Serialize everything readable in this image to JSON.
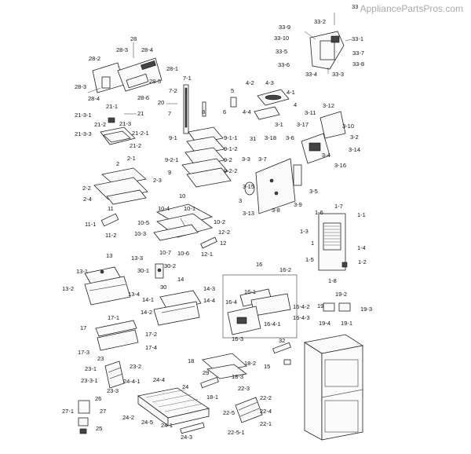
{
  "watermark": "AppliancePartsPros.com",
  "callouts": [
    {
      "id": "c33",
      "text": "33"
    },
    {
      "id": "c33-2",
      "text": "33-2"
    },
    {
      "id": "c33-9",
      "text": "33-9"
    },
    {
      "id": "c33-10",
      "text": "33-10"
    },
    {
      "id": "c33-1",
      "text": "33-1"
    },
    {
      "id": "c33-5",
      "text": "33-5"
    },
    {
      "id": "c33-7",
      "text": "33-7"
    },
    {
      "id": "c33-6",
      "text": "33-6"
    },
    {
      "id": "c33-8",
      "text": "33-8"
    },
    {
      "id": "c33-4",
      "text": "33-4"
    },
    {
      "id": "c33-3",
      "text": "33-3"
    },
    {
      "id": "c28",
      "text": "28"
    },
    {
      "id": "c28-3",
      "text": "28-3"
    },
    {
      "id": "c28-4",
      "text": "28-4"
    },
    {
      "id": "c28-2",
      "text": "28-2"
    },
    {
      "id": "c28-1",
      "text": "28-1"
    },
    {
      "id": "c28-5",
      "text": "28-5"
    },
    {
      "id": "c28-3b",
      "text": "28-3"
    },
    {
      "id": "c28-6",
      "text": "28-6"
    },
    {
      "id": "c28-4b",
      "text": "28-4"
    },
    {
      "id": "c7-1",
      "text": "7-1"
    },
    {
      "id": "c7-2",
      "text": "7-2"
    },
    {
      "id": "c20",
      "text": "20"
    },
    {
      "id": "c7",
      "text": "7"
    },
    {
      "id": "c8",
      "text": "8"
    },
    {
      "id": "c6",
      "text": "6"
    },
    {
      "id": "c5",
      "text": "5"
    },
    {
      "id": "c4-2",
      "text": "4-2"
    },
    {
      "id": "c4-3",
      "text": "4-3"
    },
    {
      "id": "c4-1",
      "text": "4-1"
    },
    {
      "id": "c4",
      "text": "4"
    },
    {
      "id": "c4-4",
      "text": "4-4"
    },
    {
      "id": "c21-1",
      "text": "21-1"
    },
    {
      "id": "c21",
      "text": "21"
    },
    {
      "id": "c21-3-1",
      "text": "21-3-1"
    },
    {
      "id": "c21-2",
      "text": "21-2"
    },
    {
      "id": "c21-3",
      "text": "21-3"
    },
    {
      "id": "c21-2-1",
      "text": "21-2-1"
    },
    {
      "id": "c21-3-3",
      "text": "21-3-3"
    },
    {
      "id": "c21-2b",
      "text": "21-2"
    },
    {
      "id": "c3-12",
      "text": "3-12"
    },
    {
      "id": "c3-11",
      "text": "3-11"
    },
    {
      "id": "c3-10",
      "text": "3-10"
    },
    {
      "id": "c3-17",
      "text": "3-17"
    },
    {
      "id": "c3-1",
      "text": "3-1"
    },
    {
      "id": "c3-2",
      "text": "3-2"
    },
    {
      "id": "c3-6",
      "text": "3-6"
    },
    {
      "id": "c3-14",
      "text": "3-14"
    },
    {
      "id": "c3-18",
      "text": "3-18"
    },
    {
      "id": "c31",
      "text": "31"
    },
    {
      "id": "c3-4",
      "text": "3-4"
    },
    {
      "id": "c3-16",
      "text": "3-16"
    },
    {
      "id": "c3-7",
      "text": "3-7"
    },
    {
      "id": "c3-3",
      "text": "3-3"
    },
    {
      "id": "c3-15",
      "text": "3-15"
    },
    {
      "id": "c3-5",
      "text": "3-5"
    },
    {
      "id": "c3",
      "text": "3"
    },
    {
      "id": "c3-8",
      "text": "3-8"
    },
    {
      "id": "c3-9",
      "text": "3-9"
    },
    {
      "id": "c3-13",
      "text": "3-13"
    },
    {
      "id": "c9-1",
      "text": "9-1"
    },
    {
      "id": "c9-1-1",
      "text": "9-1-1"
    },
    {
      "id": "c9-1-2",
      "text": "9-1-2"
    },
    {
      "id": "c9-2-1",
      "text": "9-2-1"
    },
    {
      "id": "c9-2",
      "text": "9-2"
    },
    {
      "id": "c9-2-2",
      "text": "9-2-2"
    },
    {
      "id": "c9",
      "text": "9"
    },
    {
      "id": "c2",
      "text": "2"
    },
    {
      "id": "c2-1",
      "text": "2-1"
    },
    {
      "id": "c2-3",
      "text": "2-3"
    },
    {
      "id": "c2-2",
      "text": "2-2"
    },
    {
      "id": "c2-4",
      "text": "2-4"
    },
    {
      "id": "c10",
      "text": "10"
    },
    {
      "id": "c10-4",
      "text": "10-4"
    },
    {
      "id": "c10-1",
      "text": "10-1"
    },
    {
      "id": "c10-5",
      "text": "10-5"
    },
    {
      "id": "c10-2",
      "text": "10-2"
    },
    {
      "id": "c10-3",
      "text": "10-3"
    },
    {
      "id": "c10-7",
      "text": "10-7"
    },
    {
      "id": "c10-6",
      "text": "10-6"
    },
    {
      "id": "c11",
      "text": "11"
    },
    {
      "id": "c11-1",
      "text": "11-1"
    },
    {
      "id": "c11-2",
      "text": "11-2"
    },
    {
      "id": "c12-2",
      "text": "12-2"
    },
    {
      "id": "c12",
      "text": "12"
    },
    {
      "id": "c12-1",
      "text": "12-1"
    },
    {
      "id": "c1-6",
      "text": "1-6"
    },
    {
      "id": "c1-7",
      "text": "1-7"
    },
    {
      "id": "c1-1",
      "text": "1-1"
    },
    {
      "id": "c1-3",
      "text": "1-3"
    },
    {
      "id": "c1",
      "text": "1"
    },
    {
      "id": "c1-4",
      "text": "1-4"
    },
    {
      "id": "c1-5",
      "text": "1-5"
    },
    {
      "id": "c1-2",
      "text": "1-2"
    },
    {
      "id": "c1-8",
      "text": "1-8"
    },
    {
      "id": "c13",
      "text": "13"
    },
    {
      "id": "c13-3",
      "text": "13-3"
    },
    {
      "id": "c13-1",
      "text": "13-1"
    },
    {
      "id": "c13-2",
      "text": "13-2"
    },
    {
      "id": "c13-4",
      "text": "13-4"
    },
    {
      "id": "c30-1",
      "text": "30-1"
    },
    {
      "id": "c30-2",
      "text": "30-2"
    },
    {
      "id": "c30",
      "text": "30"
    },
    {
      "id": "c14",
      "text": "14"
    },
    {
      "id": "c14-3",
      "text": "14-3"
    },
    {
      "id": "c14-1",
      "text": "14-1"
    },
    {
      "id": "c14-4",
      "text": "14-4"
    },
    {
      "id": "c14-2",
      "text": "14-2"
    },
    {
      "id": "c16",
      "text": "16"
    },
    {
      "id": "c16-2",
      "text": "16-2"
    },
    {
      "id": "c16-1",
      "text": "16-1"
    },
    {
      "id": "c16-4",
      "text": "16-4"
    },
    {
      "id": "c16-4-2",
      "text": "16-4-2"
    },
    {
      "id": "c16-4-3",
      "text": "16-4-3"
    },
    {
      "id": "c16-4-1",
      "text": "16-4-1"
    },
    {
      "id": "c16-3",
      "text": "16-3"
    },
    {
      "id": "c19-2",
      "text": "19-2"
    },
    {
      "id": "c19",
      "text": "19"
    },
    {
      "id": "c19-3",
      "text": "19-3"
    },
    {
      "id": "c19-4",
      "text": "19-4"
    },
    {
      "id": "c19-1",
      "text": "19-1"
    },
    {
      "id": "c17",
      "text": "17"
    },
    {
      "id": "c17-1",
      "text": "17-1"
    },
    {
      "id": "c17-2",
      "text": "17-2"
    },
    {
      "id": "c17-3",
      "text": "17-3"
    },
    {
      "id": "c17-4",
      "text": "17-4"
    },
    {
      "id": "c32",
      "text": "32"
    },
    {
      "id": "c15",
      "text": "15"
    },
    {
      "id": "c23",
      "text": "23"
    },
    {
      "id": "c23-1",
      "text": "23-1"
    },
    {
      "id": "c23-2",
      "text": "23-2"
    },
    {
      "id": "c23-3-1",
      "text": "23-3-1"
    },
    {
      "id": "c23-3",
      "text": "23-3"
    },
    {
      "id": "c24-4",
      "text": "24-4"
    },
    {
      "id": "c24-4-1",
      "text": "24-4-1"
    },
    {
      "id": "c24",
      "text": "24"
    },
    {
      "id": "c24-2",
      "text": "24-2"
    },
    {
      "id": "c24-5",
      "text": "24-5"
    },
    {
      "id": "c24-1",
      "text": "24-1"
    },
    {
      "id": "c24-3",
      "text": "24-3"
    },
    {
      "id": "c18",
      "text": "18"
    },
    {
      "id": "c18-2",
      "text": "18-2"
    },
    {
      "id": "c18-3",
      "text": "18-3"
    },
    {
      "id": "c18-1",
      "text": "18-1"
    },
    {
      "id": "c29",
      "text": "29"
    },
    {
      "id": "c22-3",
      "text": "22-3"
    },
    {
      "id": "c22-2",
      "text": "22-2"
    },
    {
      "id": "c22-4",
      "text": "22-4"
    },
    {
      "id": "c22-5",
      "text": "22-5"
    },
    {
      "id": "c22-1",
      "text": "22-1"
    },
    {
      "id": "c22-5-1",
      "text": "22-5-1"
    },
    {
      "id": "c26",
      "text": "26"
    },
    {
      "id": "c27-1",
      "text": "27-1"
    },
    {
      "id": "c27",
      "text": "27"
    },
    {
      "id": "c25",
      "text": "25"
    }
  ]
}
